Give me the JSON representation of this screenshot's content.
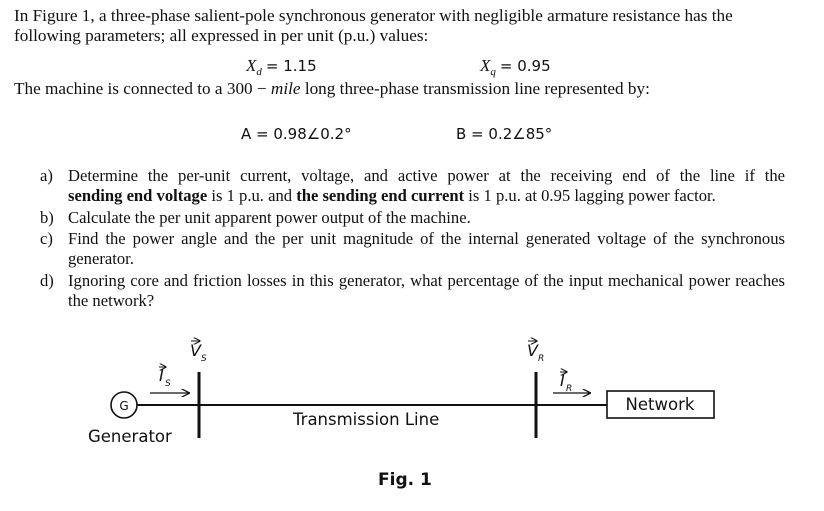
{
  "intro": {
    "line1": "In Figure 1, a three-phase salient-pole synchronous generator with negligible armature resistance has the",
    "line2": "following parameters; all expressed in per unit (p.u.) values:",
    "xd_symbol": "X",
    "xd_sub": "d",
    "xd_value": "= 1.15",
    "xq_symbol": "X",
    "xq_sub": "q",
    "xq_value": "= 0.95",
    "line3_pre": "The machine is connected to a 300 − ",
    "line3_mile": "mile",
    "line3_post": " long three-phase transmission line represented by:",
    "A_text": "A = 0.98∠0.2°",
    "B_text": "B = 0.2∠85°"
  },
  "questions": [
    {
      "label": "a)",
      "line1": "Determine the per-unit current, voltage, and active power at the receiving end of the line if the",
      "bold1": "sending end voltage",
      "mid": " is 1 p.u. and ",
      "bold2": "the sending end current",
      "end": " is 1 p.u. at 0.95 lagging power factor."
    },
    {
      "label": "b)",
      "text": "Calculate the per unit apparent power output of the machine."
    },
    {
      "label": "c)",
      "text": "Find the power angle and the per unit magnitude of the internal generated voltage of the synchronous generator."
    },
    {
      "label": "d)",
      "text": "Ignoring core and friction losses in this generator, what percentage of the input mechanical power reaches the network?"
    }
  ],
  "figure": {
    "generator_symbol": "G",
    "generator_label": "Generator",
    "line_label": "Transmission Line",
    "network_label": "Network",
    "vs_main": "V",
    "vs_sub": "S",
    "is_main": "I",
    "is_sub": "S",
    "vr_main": "V",
    "vr_sub": "R",
    "ir_main": "I",
    "ir_sub": "R",
    "caption": "Fig. 1"
  }
}
